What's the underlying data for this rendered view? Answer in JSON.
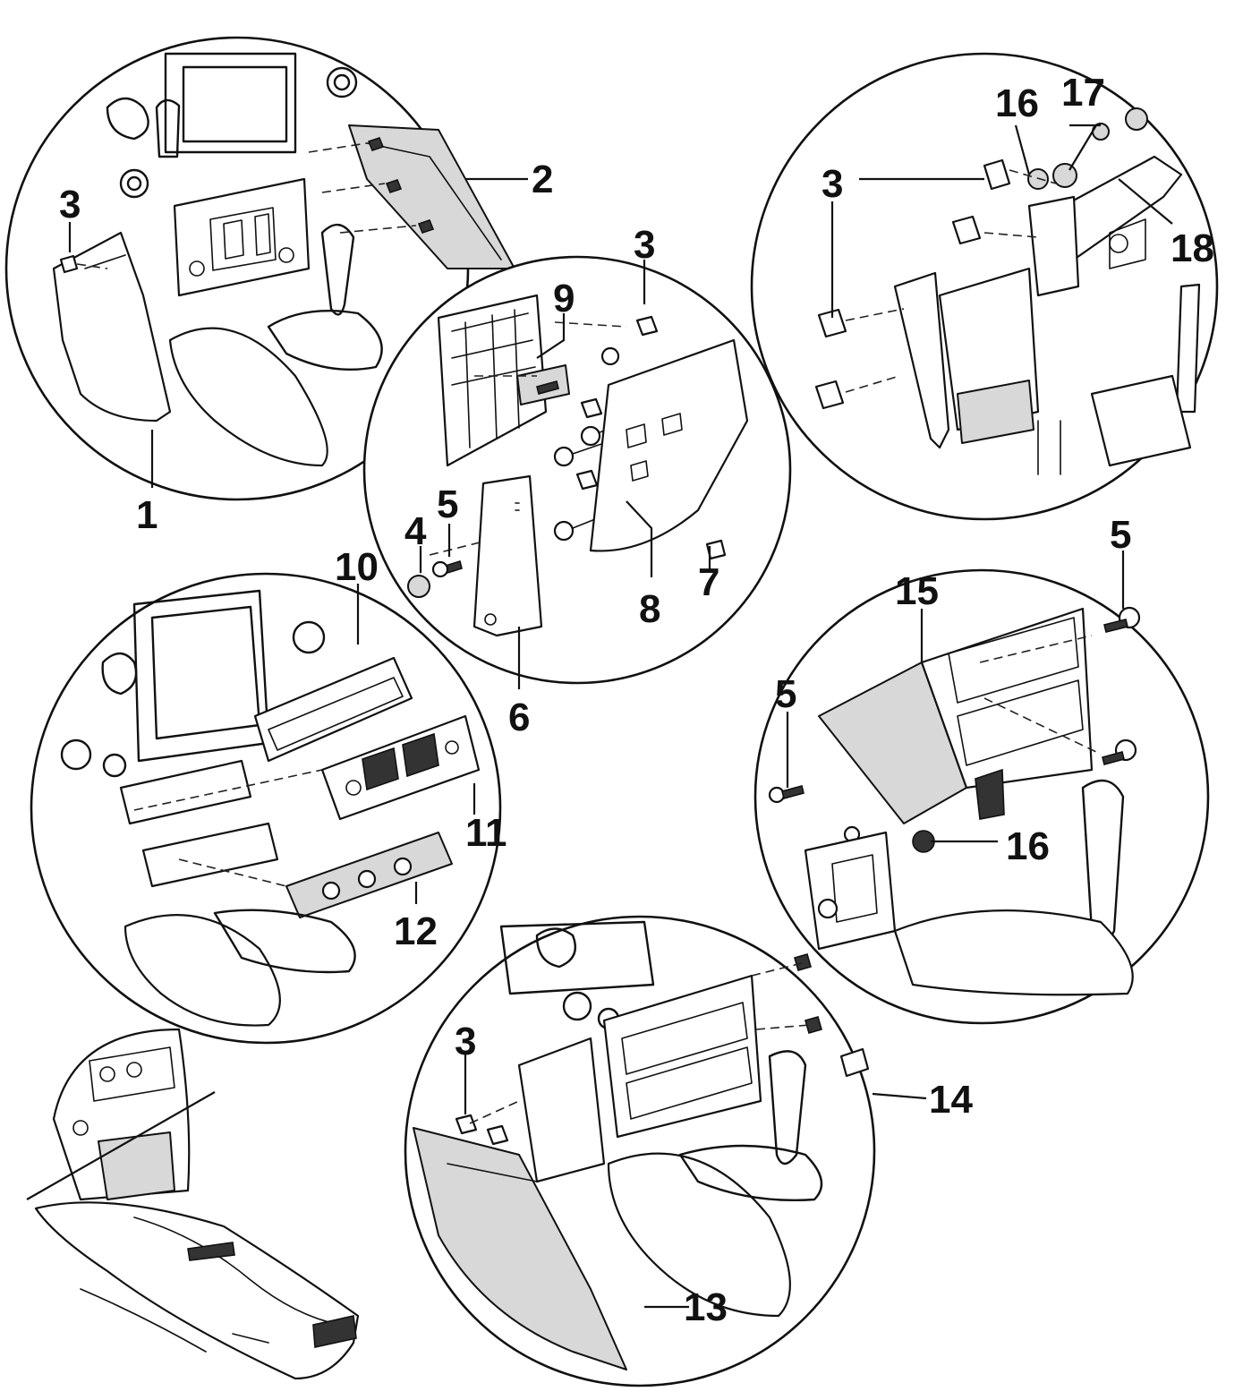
{
  "diagram": {
    "callouts": [
      {
        "id": "1",
        "text": "1"
      },
      {
        "id": "2",
        "text": "2"
      },
      {
        "id": "3a",
        "text": "3"
      },
      {
        "id": "3b",
        "text": "3"
      },
      {
        "id": "3c",
        "text": "3"
      },
      {
        "id": "3d",
        "text": "3"
      },
      {
        "id": "4",
        "text": "4"
      },
      {
        "id": "5a",
        "text": "5"
      },
      {
        "id": "5b",
        "text": "5"
      },
      {
        "id": "5c",
        "text": "5"
      },
      {
        "id": "6",
        "text": "6"
      },
      {
        "id": "7",
        "text": "7"
      },
      {
        "id": "8",
        "text": "8"
      },
      {
        "id": "9",
        "text": "9"
      },
      {
        "id": "10",
        "text": "10"
      },
      {
        "id": "11",
        "text": "11"
      },
      {
        "id": "12",
        "text": "12"
      },
      {
        "id": "13",
        "text": "13"
      },
      {
        "id": "14",
        "text": "14"
      },
      {
        "id": "15",
        "text": "15"
      },
      {
        "id": "16a",
        "text": "16"
      },
      {
        "id": "16b",
        "text": "16"
      },
      {
        "id": "17",
        "text": "17"
      },
      {
        "id": "18",
        "text": "18"
      }
    ],
    "colors": {
      "ink": "#111111",
      "paper": "#ffffff",
      "shade": "#d8d8d8"
    }
  }
}
